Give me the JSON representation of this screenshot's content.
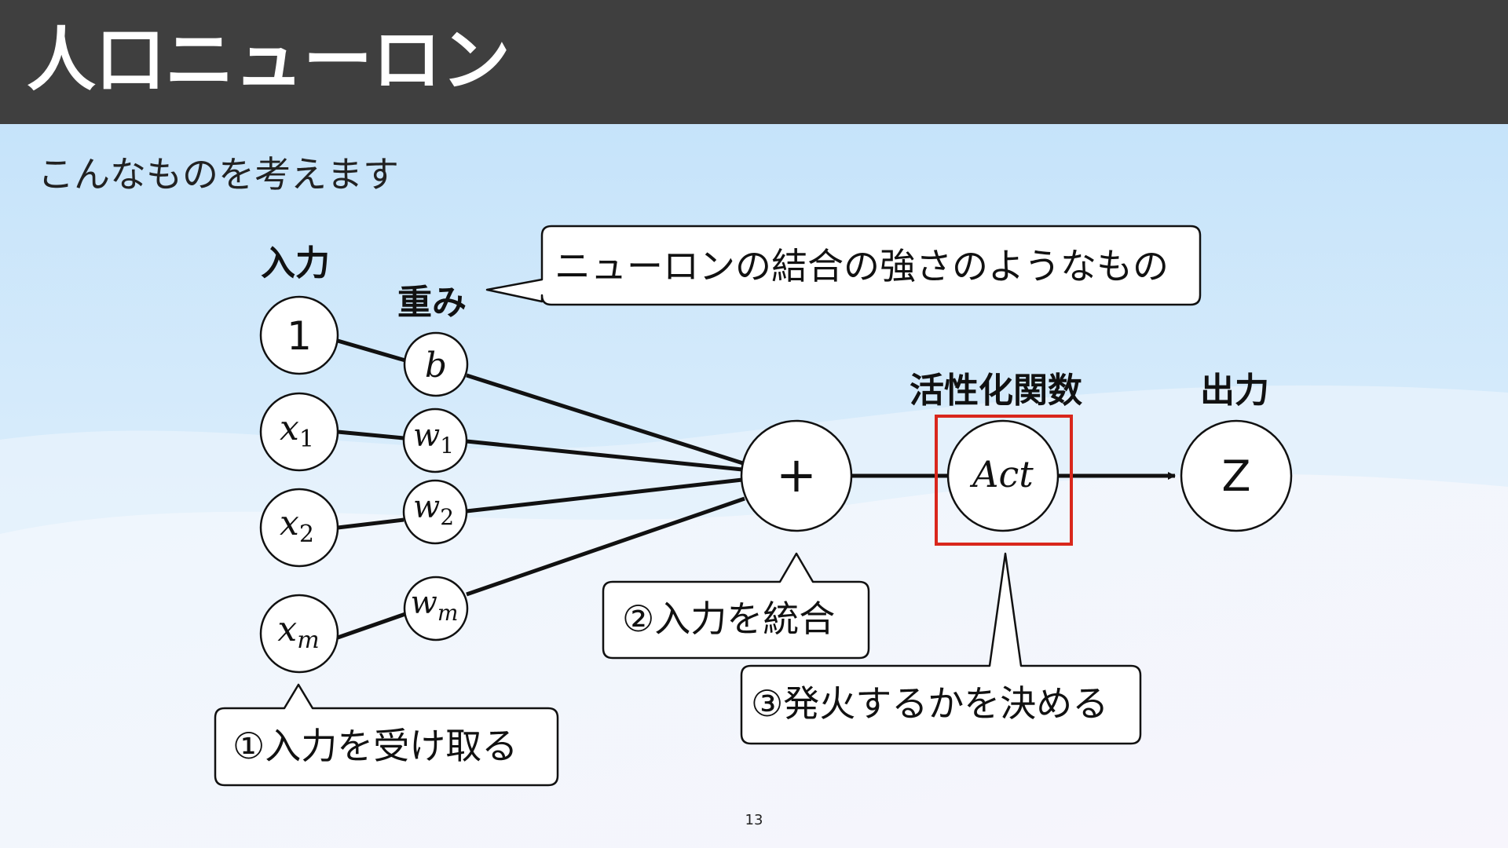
{
  "slide": {
    "title": "人口ニューロン",
    "subtitle": "こんなものを考えます",
    "page_number": "13"
  },
  "labels": {
    "input": "入力",
    "weight": "重み",
    "activation_fn": "活性化関数",
    "output": "出力"
  },
  "inputs": {
    "one": "1",
    "x1": {
      "base": "x",
      "sub": "1"
    },
    "x2": {
      "base": "x",
      "sub": "2"
    },
    "xm": {
      "base": "x",
      "sub": "m"
    }
  },
  "weights": {
    "b": "b",
    "w1": {
      "base": "w",
      "sub": "1"
    },
    "w2": {
      "base": "w",
      "sub": "2"
    },
    "wm": {
      "base": "w",
      "sub": "m"
    }
  },
  "nodes": {
    "sum": "+",
    "act": "Act",
    "out": "Z"
  },
  "callouts": {
    "weight_note": "ニューロンの結合の強さのようなもの",
    "step1": "①入力を受け取る",
    "step2": "②入力を統合",
    "step3": "③発火するかを決める"
  },
  "colors": {
    "header": "#3f3f3f",
    "highlight": "#d9271c",
    "sky_top": "#c3e2fb",
    "ground": "#f4f3fb"
  }
}
